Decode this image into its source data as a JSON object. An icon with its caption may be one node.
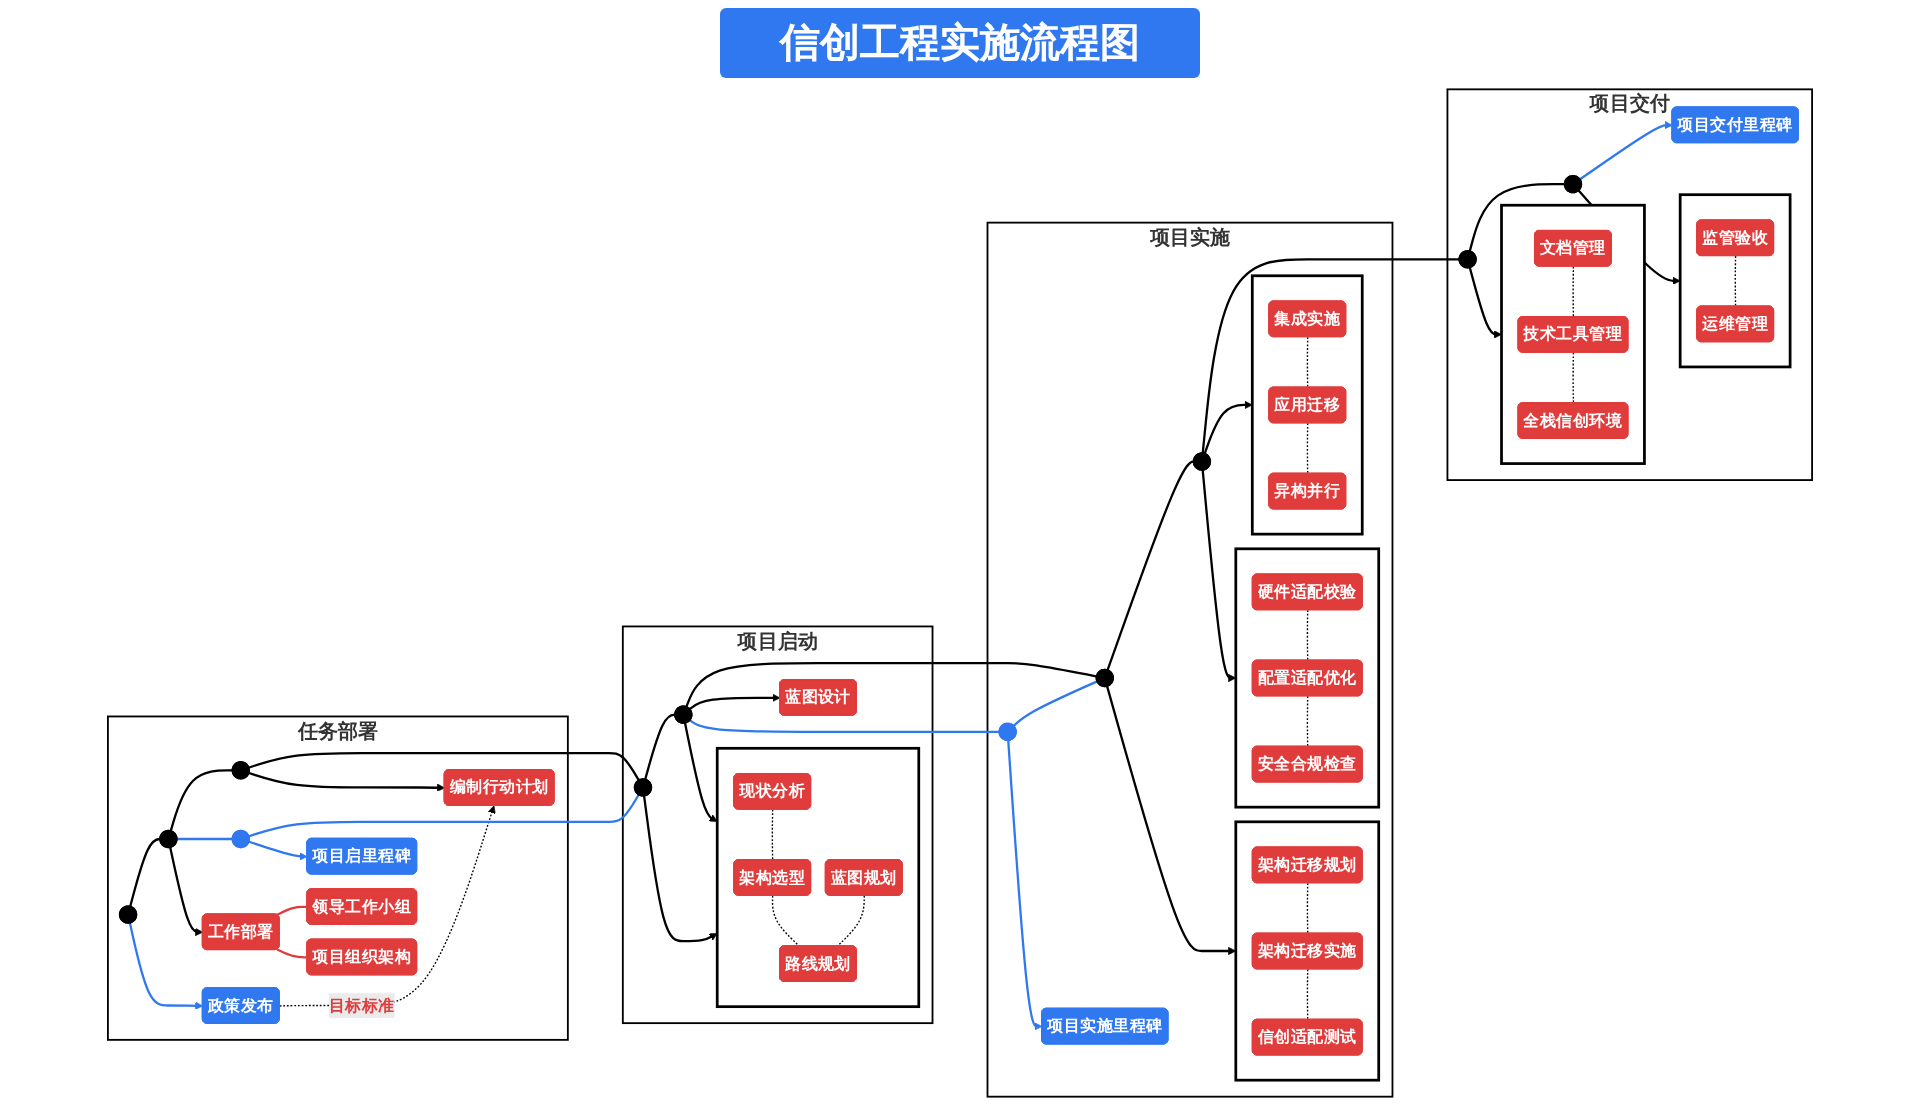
{
  "diagram": {
    "title": "信创工程实施流程图",
    "nodes": [
      {
        "text": [
          "任务部署"
        ]
      },
      {
        "text": [
          "项目启动"
        ]
      },
      {
        "text": [
          "项目实施"
        ]
      },
      {
        "text": [
          "项目交付"
        ]
      },
      {
        "text": [
          "政策发布"
        ],
        "in": 0
      },
      {
        "text": [
          "编制行动计划"
        ],
        "in": 0
      },
      {
        "text": [],
        "shape": "circle",
        "in": 0
      },
      {
        "text": [],
        "shape": "circle",
        "in": 0
      },
      {
        "text": [],
        "shape": "circle",
        "in": 0
      },
      {
        "text": [],
        "shape": "circle",
        "in": 0
      },
      {
        "text": [
          "工作部署"
        ],
        "in": 0
      },
      {
        "text": [
          "项目启里程碑"
        ],
        "in": 0
      },
      {
        "text": [
          "领导工作小组"
        ],
        "in": 0
      },
      {
        "text": [
          "项目组织架构"
        ],
        "in": 0
      },
      {
        "text": [],
        "shape": "circle",
        "in": 1
      },
      {
        "text": [
          "蓝图设计"
        ],
        "in": 1
      },
      {
        "text": [],
        "shape": "circle",
        "in": 1
      },
      {
        "text": [],
        "shape": "box",
        "in": 1
      },
      {
        "text": [
          "现状分析"
        ],
        "in": 17
      },
      {
        "text": [
          "架构选型"
        ],
        "in": 17
      },
      {
        "text": [
          "蓝图规划"
        ],
        "in": 17
      },
      {
        "text": [
          "路线规划"
        ],
        "in": 17
      },
      {
        "text": [
          "项目实施里程碑"
        ],
        "in": 2
      },
      {
        "text": [],
        "shape": "circle",
        "in": 2
      },
      {
        "text": [],
        "shape": "circle",
        "in": 2
      },
      {
        "text": [],
        "shape": "box",
        "in": 2
      },
      {
        "text": [
          "集成实施"
        ],
        "in": 25
      },
      {
        "text": [
          "应用迁移"
        ],
        "in": 25
      },
      {
        "text": [
          "异构并行"
        ],
        "in": 25
      },
      {
        "text": [],
        "shape": "circle",
        "in": 2
      },
      {
        "text": [],
        "shape": "box",
        "in": 2
      },
      {
        "text": [
          "架构迁移规划"
        ],
        "in": 30
      },
      {
        "text": [
          "架构迁移实施"
        ],
        "in": 30
      },
      {
        "text": [
          "信创适配测试"
        ],
        "in": 30
      },
      {
        "text": [],
        "shape": "box",
        "in": 2
      },
      {
        "text": [
          "硬件适配校验"
        ],
        "in": 34
      },
      {
        "text": [
          "配置适配优化"
        ],
        "in": 34
      },
      {
        "text": [
          "安全合规检查"
        ],
        "in": 34
      },
      {
        "text": [],
        "shape": "box",
        "in": 3
      },
      {
        "text": [
          "文档管理"
        ],
        "in": 38
      },
      {
        "text": [
          "技术工具管理"
        ],
        "in": 38
      },
      {
        "text": [
          "全栈信创环境"
        ],
        "in": 38
      },
      {
        "text": [
          "项目交付里程碑"
        ],
        "in": 3
      },
      {
        "text": [],
        "shape": "circle",
        "in": 3
      },
      {
        "text": [],
        "shape": "circle",
        "in": 3
      },
      {
        "text": [],
        "shape": "box",
        "in": 3
      },
      {
        "text": [
          "监管验收"
        ],
        "in": 45
      },
      {
        "text": [
          "运维管理"
        ],
        "in": 45
      }
    ],
    "edges": [
      {
        "from": 6,
        "to": 7,
        "arrow": "none"
      },
      {
        "from": 7,
        "to": 8,
        "arrow": "none"
      },
      {
        "from": 8,
        "to": 14,
        "arrow": "none"
      },
      {
        "from": 14,
        "to": 16,
        "arrow": "none"
      },
      {
        "from": 16,
        "to": 24,
        "arrow": "none"
      },
      {
        "from": 24,
        "to": 29,
        "arrow": "none"
      },
      {
        "from": 29,
        "to": 43,
        "arrow": "none"
      },
      {
        "from": 43,
        "to": 44,
        "arrow": "none"
      },
      {
        "from": 6,
        "to": 4,
        "arrow": "to",
        "color": "#2f78f0"
      },
      {
        "from": 4,
        "to": 5,
        "arrow": "to",
        "style": "dashed",
        "label": "目标标准"
      },
      {
        "from": 8,
        "to": 5,
        "arrow": "to"
      },
      {
        "from": 7,
        "to": 9,
        "arrow": "none",
        "color": "#2f78f0"
      },
      {
        "from": 9,
        "to": 14,
        "arrow": "none",
        "color": "#2f78f0"
      },
      {
        "from": 9,
        "to": 11,
        "arrow": "to",
        "color": "#2f78f0"
      },
      {
        "from": 7,
        "to": 10,
        "arrow": "to"
      },
      {
        "from": 10,
        "to": 12,
        "arrow": "none",
        "color": "#e03c3c"
      },
      {
        "from": 10,
        "to": 13,
        "arrow": "none",
        "color": "#e03c3c"
      },
      {
        "from": 14,
        "to": 17,
        "arrow": "to"
      },
      {
        "from": 16,
        "to": 15,
        "arrow": "to"
      },
      {
        "from": 16,
        "to": 17,
        "arrow": "to"
      },
      {
        "from": 18,
        "to": 19,
        "arrow": "none",
        "style": "dashed"
      },
      {
        "from": 19,
        "to": 21,
        "arrow": "none",
        "style": "dashed"
      },
      {
        "from": 20,
        "to": 21,
        "arrow": "none",
        "style": "dashed"
      },
      {
        "from": 16,
        "to": 23,
        "arrow": "none",
        "color": "#2f78f0"
      },
      {
        "from": 23,
        "to": 24,
        "arrow": "none",
        "color": "#2f78f0"
      },
      {
        "from": 23,
        "to": 22,
        "arrow": "to",
        "color": "#2f78f0"
      },
      {
        "from": 24,
        "to": 30,
        "arrow": "to"
      },
      {
        "from": 29,
        "to": 25,
        "arrow": "to"
      },
      {
        "from": 29,
        "to": 34,
        "arrow": "to"
      },
      {
        "from": 26,
        "to": 27,
        "arrow": "none",
        "style": "dashed"
      },
      {
        "from": 27,
        "to": 28,
        "arrow": "none",
        "style": "dashed"
      },
      {
        "from": 31,
        "to": 32,
        "arrow": "none",
        "style": "dashed"
      },
      {
        "from": 32,
        "to": 33,
        "arrow": "none",
        "style": "dashed"
      },
      {
        "from": 35,
        "to": 36,
        "arrow": "none",
        "style": "dashed"
      },
      {
        "from": 36,
        "to": 37,
        "arrow": "none",
        "style": "dashed"
      },
      {
        "from": 43,
        "to": 38,
        "arrow": "to"
      },
      {
        "from": 44,
        "to": 42,
        "arrow": "to",
        "color": "#2f78f0"
      },
      {
        "from": 44,
        "to": 45,
        "arrow": "to"
      },
      {
        "from": 39,
        "to": 40,
        "arrow": "none",
        "style": "dashed"
      },
      {
        "from": 40,
        "to": 41,
        "arrow": "none",
        "style": "dashed"
      },
      {
        "from": 46,
        "to": 47,
        "arrow": "none",
        "style": "dashed"
      }
    ]
  }
}
